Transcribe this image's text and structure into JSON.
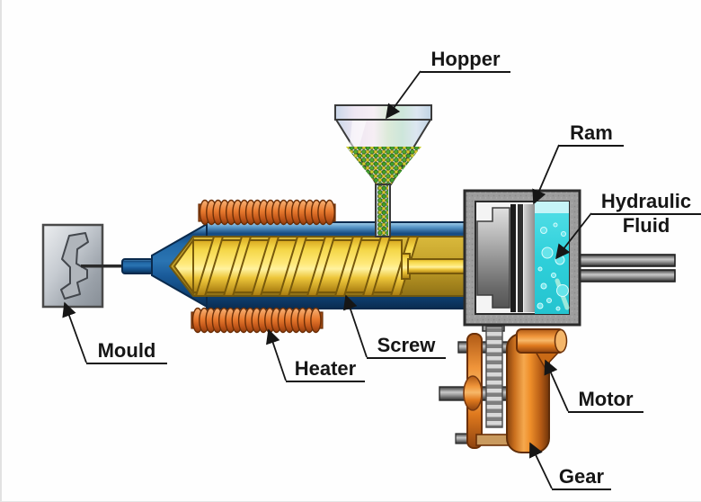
{
  "diagram": {
    "subject": "injection moulding machine cutaway",
    "labels": {
      "hopper": "Hopper",
      "ram": "Ram",
      "hydraulic_line1": "Hydraulic",
      "hydraulic_line2": "Fluid",
      "mould": "Mould",
      "heater": "Heater",
      "screw": "Screw",
      "motor": "Motor",
      "gear": "Gear"
    },
    "colors": {
      "barrel_blue": "#1c5f9e",
      "barrel_blue_dark": "#0d3a68",
      "screw_yellow": "#ffe97a",
      "channel_gold": "#c29f28",
      "heater_orange": "#e87a2e",
      "motor_orange": "#ef8f2a",
      "hydraulic_cyan": "#2fd0da",
      "housing_gray": "#9d9d9d",
      "mould_silver": "#c6cbd1",
      "pellet_green": "#3f9e2c",
      "pellet_yellow": "#cdd32f",
      "leader_line": "#161616"
    }
  }
}
